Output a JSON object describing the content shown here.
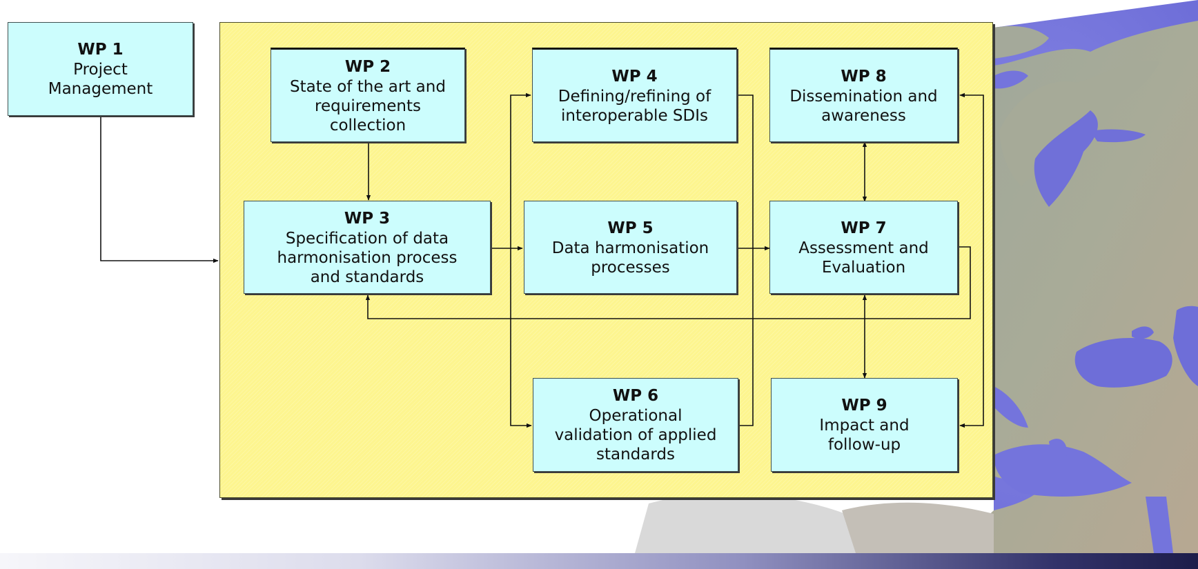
{
  "colors": {
    "panel": "#fdf58f",
    "box": "#ccfdfd",
    "line": "#111111",
    "sea": "#7272dc",
    "land": "#a2a898",
    "footer_dark": "#1d1d4a"
  },
  "diagram": {
    "work_packages": [
      {
        "id": "wp1",
        "title": "WP 1",
        "lines": [
          "Project",
          "Management"
        ]
      },
      {
        "id": "wp2",
        "title": "WP 2",
        "lines": [
          "State of the art and",
          "requirements",
          "collection"
        ]
      },
      {
        "id": "wp3",
        "title": "WP 3",
        "lines": [
          "Specification of data",
          "harmonisation process",
          "and standards"
        ]
      },
      {
        "id": "wp4",
        "title": "WP 4",
        "lines": [
          "Defining/refining of",
          "interoperable SDIs"
        ]
      },
      {
        "id": "wp5",
        "title": "WP 5",
        "lines": [
          "Data harmonisation",
          "processes"
        ]
      },
      {
        "id": "wp6",
        "title": "WP 6",
        "lines": [
          "Operational",
          "validation of applied",
          "standards"
        ]
      },
      {
        "id": "wp7",
        "title": "WP 7",
        "lines": [
          "Assessment and",
          "Evaluation"
        ]
      },
      {
        "id": "wp8",
        "title": "WP 8",
        "lines": [
          "Dissemination and",
          "awareness"
        ]
      },
      {
        "id": "wp9",
        "title": "WP 9",
        "lines": [
          "Impact and",
          "follow-up"
        ]
      }
    ]
  }
}
